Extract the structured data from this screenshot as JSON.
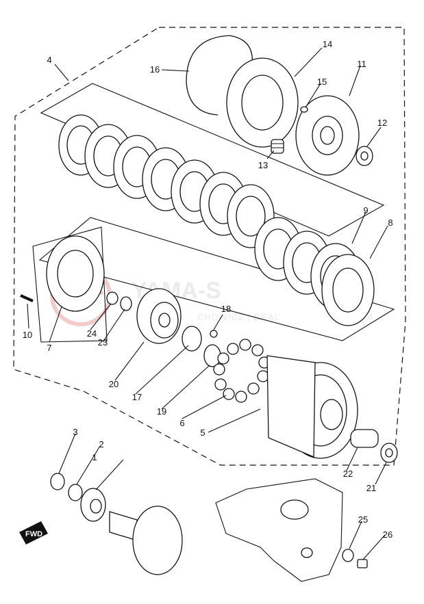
{
  "diagram": {
    "watermark": {
      "brand": "YAMA-S",
      "tagline": "CHOWICZ | DEAL",
      "tagline_suffix": "A"
    },
    "fwd_label": "FWD",
    "callouts": [
      {
        "id": "1",
        "label": "1"
      },
      {
        "id": "2",
        "label": "2"
      },
      {
        "id": "3",
        "label": "3"
      },
      {
        "id": "4",
        "label": "4"
      },
      {
        "id": "5",
        "label": "5"
      },
      {
        "id": "6",
        "label": "6"
      },
      {
        "id": "7",
        "label": "7"
      },
      {
        "id": "8",
        "label": "8"
      },
      {
        "id": "9",
        "label": "9"
      },
      {
        "id": "10",
        "label": "10"
      },
      {
        "id": "11",
        "label": "11"
      },
      {
        "id": "12",
        "label": "12"
      },
      {
        "id": "13",
        "label": "13"
      },
      {
        "id": "14",
        "label": "14"
      },
      {
        "id": "15",
        "label": "15"
      },
      {
        "id": "16",
        "label": "16"
      },
      {
        "id": "17",
        "label": "17"
      },
      {
        "id": "18",
        "label": "18"
      },
      {
        "id": "19",
        "label": "19"
      },
      {
        "id": "20",
        "label": "20"
      },
      {
        "id": "21",
        "label": "21"
      },
      {
        "id": "22",
        "label": "22"
      },
      {
        "id": "23",
        "label": "23"
      },
      {
        "id": "24",
        "label": "24"
      },
      {
        "id": "25",
        "label": "25"
      },
      {
        "id": "26",
        "label": "26"
      }
    ]
  }
}
